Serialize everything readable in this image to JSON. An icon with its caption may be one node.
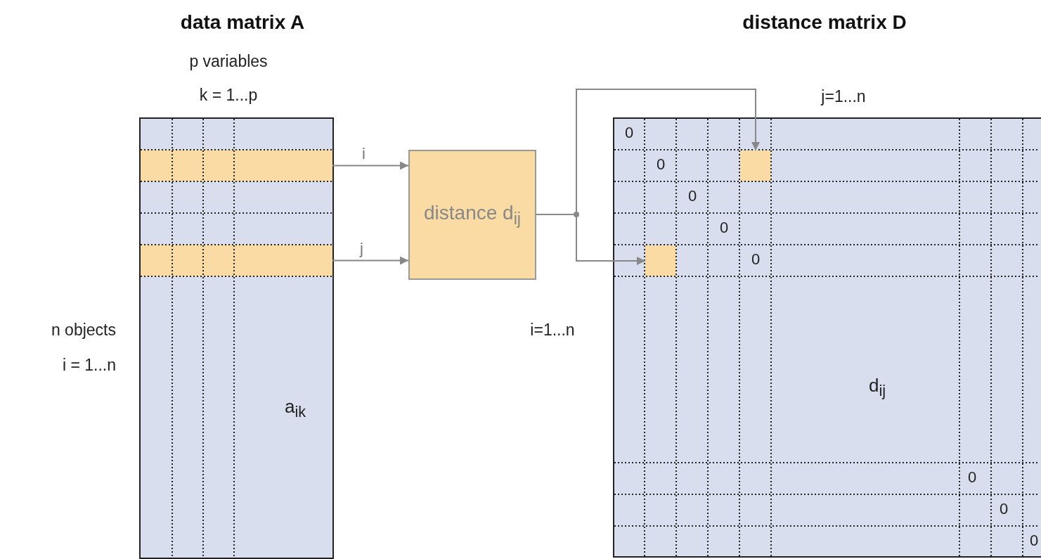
{
  "diagram": {
    "nodes": [
      {
        "text": [],
        "shape": "box"
      },
      {
        "text": [],
        "shape": "box",
        "in": 0
      },
      {
        "text": [],
        "shape": "box",
        "in": 0
      },
      {
        "text": [
          "distance d$_{ij}$"
        ]
      },
      {
        "text": [],
        "shape": "box"
      },
      {
        "text": [],
        "shape": "box",
        "in": 4
      },
      {
        "text": [],
        "shape": "box",
        "in": 4
      }
    ],
    "edges": [
      {
        "from": 1,
        "to": 3,
        "arrow": "to",
        "label": "i"
      },
      {
        "from": 2,
        "to": 3,
        "arrow": "to",
        "label": "j"
      },
      {
        "from": 3,
        "to": 5,
        "arrow": "to"
      },
      {
        "from": 3,
        "to": 6,
        "arrow": "to"
      }
    ],
    "labels": [
      "data matrix A",
      "distance matrix D",
      "p variables",
      "k = 1...p",
      "j=1...n",
      "0",
      "0",
      "0",
      "0",
      "0",
      "n objects",
      "i = 1...n",
      "i=1...n",
      "d$_{ij}$",
      "a$_{ik}$",
      "0",
      "0",
      "0"
    ]
  }
}
